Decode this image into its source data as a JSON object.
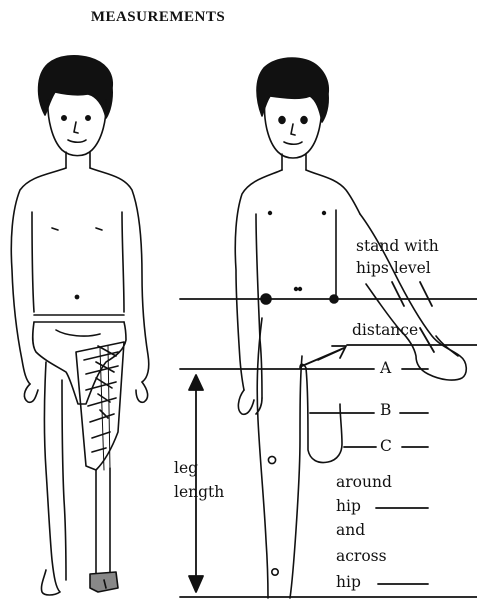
{
  "title": "MEASUREMENTS",
  "labels": {
    "stand_with": "stand with",
    "hips_level": "hips level",
    "distance": "distance",
    "A": "A",
    "B": "B",
    "C": "C",
    "leg": "leg",
    "length": "length",
    "around": "around",
    "hip1": "hip",
    "and": "and",
    "across": "across",
    "hip2": "hip"
  }
}
